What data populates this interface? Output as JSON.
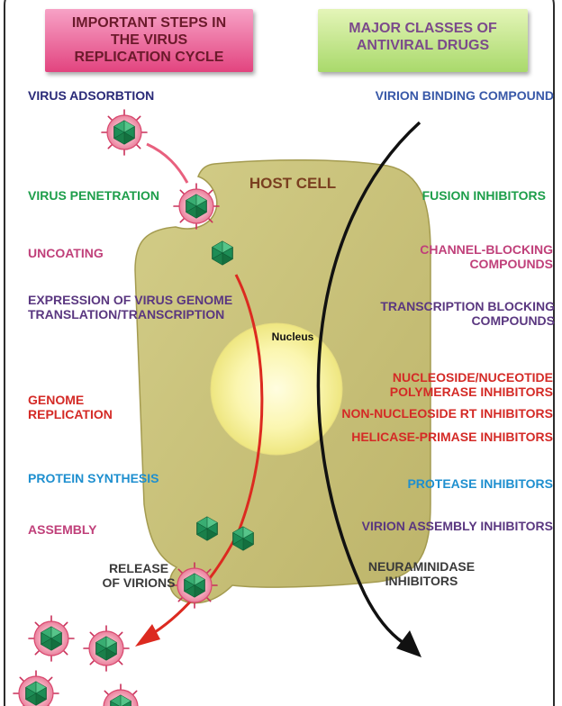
{
  "headers": {
    "steps": [
      "IMPORTANT STEPS IN",
      "THE VIRUS",
      "REPLICATION CYCLE"
    ],
    "drugs": [
      "MAJOR CLASSES OF",
      "ANTIVIRAL DRUGS"
    ]
  },
  "host_cell_label": "HOST CELL",
  "nucleus_label": "Nucleus",
  "steps": {
    "adsorption": "VIRUS ADSORBTION",
    "penetration": "VIRUS PENETRATION",
    "uncoating": "UNCOATING",
    "expression": [
      "EXPRESSION OF VIRUS GENOME",
      "TRANSLATION/TRANSCRIPTION"
    ],
    "genome_replication": [
      "GENOME",
      "REPLICATION"
    ],
    "protein_synthesis": "PROTEIN SYNTHESIS",
    "assembly": "ASSEMBLY",
    "release": [
      "RELEASE",
      "OF VIRIONS"
    ]
  },
  "drugs": {
    "binding": "VIRION BINDING COMPOUND",
    "fusion": "FUSION INHIBITORS",
    "channel": [
      "CHANNEL-BLOCKING",
      "COMPOUNDS"
    ],
    "transcription": [
      "TRANSCRIPTION BLOCKING",
      "COMPOUNDS"
    ],
    "nucleoside": [
      "NUCLEOSIDE/NUCEOTIDE",
      "POLYMERASE INHIBITORS"
    ],
    "nnrti": "NON-NUCLEOSIDE RT INHIBITORS",
    "helicase": "HELICASE-PRIMASE INHIBITORS",
    "protease": "PROTEASE INHIBITORS",
    "assembly": "VIRION ASSEMBLY INHIBITORS",
    "neuraminidase": [
      "NEURAMINIDASE",
      "INHIBITORS"
    ]
  },
  "colors": {
    "navy": "#2a2a78",
    "green": "#1d9e4a",
    "pink": "#c0407a",
    "purple": "#5a3780",
    "red": "#d42a26",
    "cyan": "#1e8fcf",
    "dark": "#3a3a3a",
    "drug_blue": "#3858a8",
    "cell_fill": "#c9c27a",
    "nucleus_fill": "#f6f09a",
    "virus_pink": "#f08ca4",
    "virus_green": "#1f8f58",
    "arrow_red": "#dc2a20",
    "arrow_black": "#111111"
  }
}
